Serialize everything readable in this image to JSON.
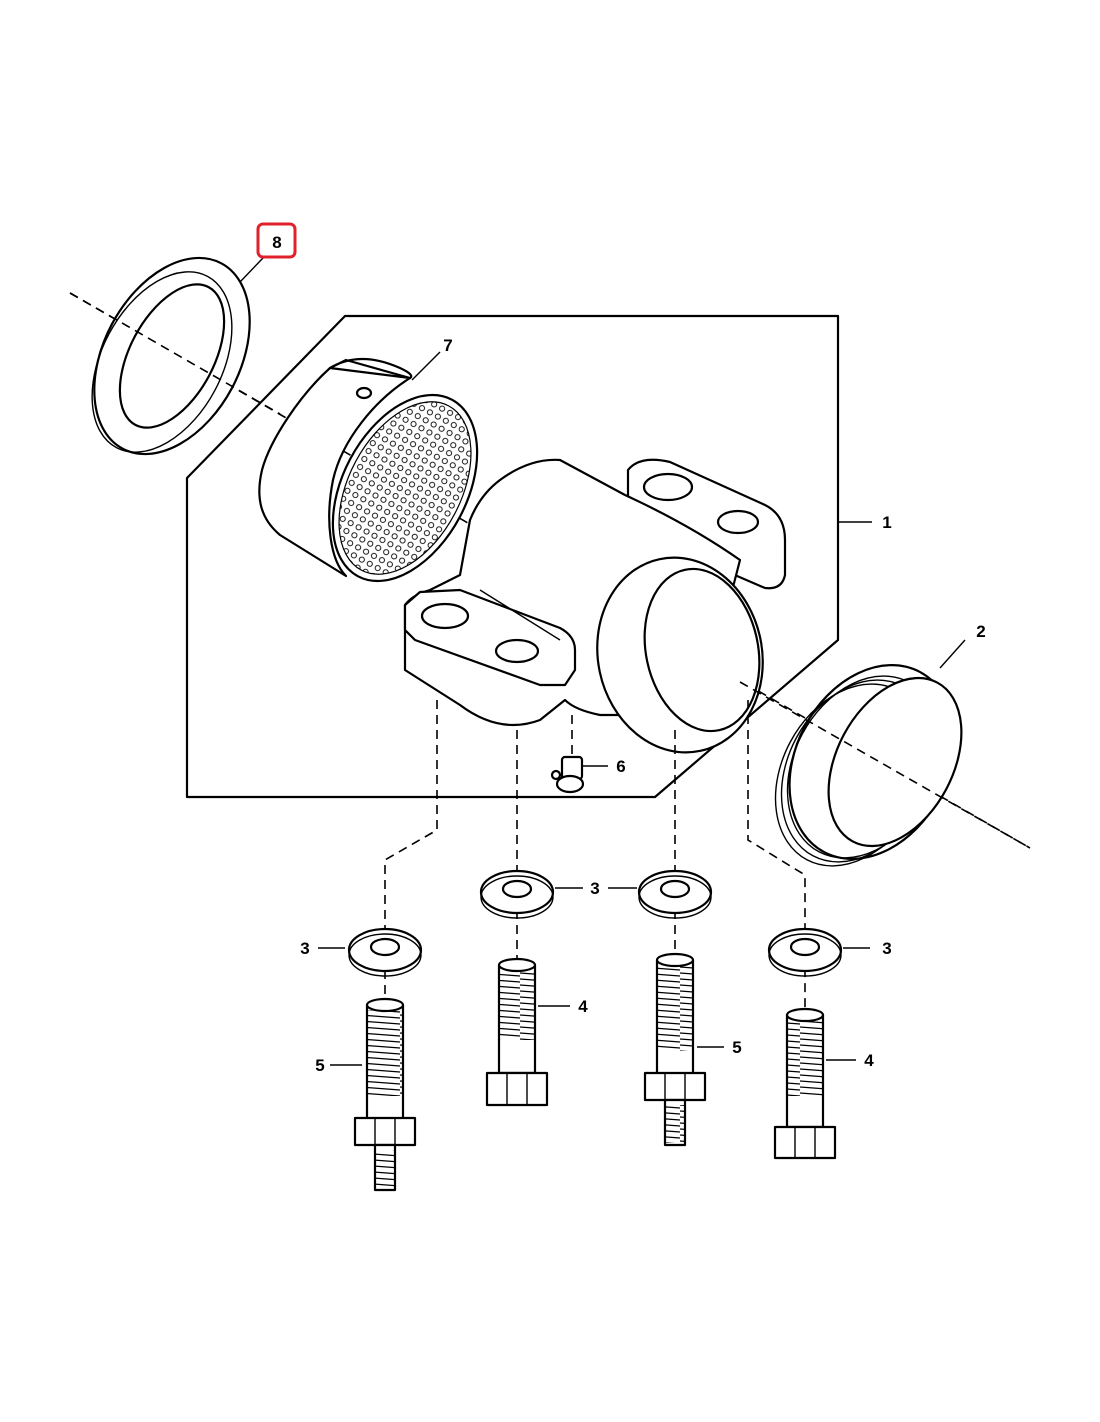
{
  "diagram": {
    "callouts": [
      {
        "id": "c1",
        "label": "1"
      },
      {
        "id": "c2",
        "label": "2"
      },
      {
        "id": "c3a",
        "label": "3"
      },
      {
        "id": "c3b",
        "label": "3"
      },
      {
        "id": "c3c",
        "label": "3"
      },
      {
        "id": "c3d",
        "label": "3"
      },
      {
        "id": "c4a",
        "label": "4"
      },
      {
        "id": "c4b",
        "label": "4"
      },
      {
        "id": "c5a",
        "label": "5"
      },
      {
        "id": "c5b",
        "label": "5"
      },
      {
        "id": "c6",
        "label": "6"
      },
      {
        "id": "c7",
        "label": "7"
      },
      {
        "id": "c8",
        "label": "8"
      }
    ],
    "highlighted_callout": "8",
    "colors": {
      "line": "#000000",
      "highlight": "#e0202a",
      "background": "#ffffff"
    }
  }
}
